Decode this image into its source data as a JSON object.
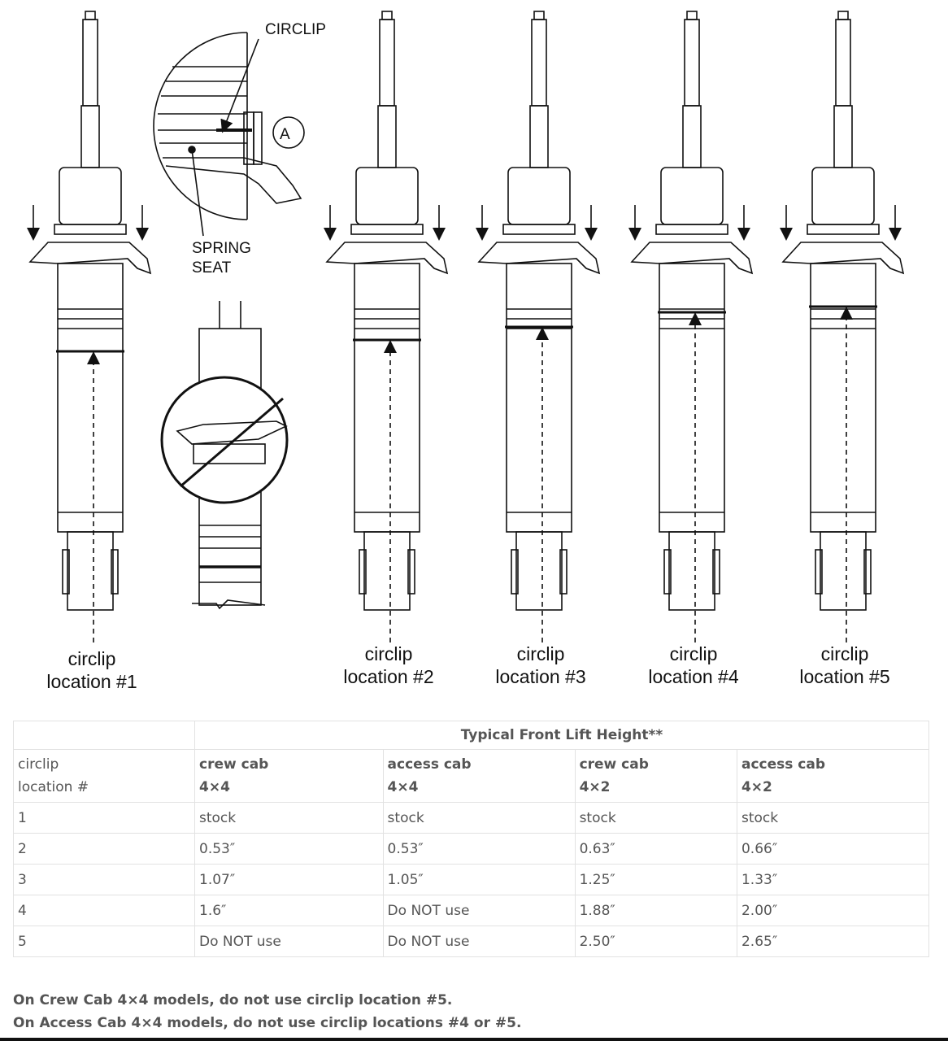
{
  "figure": {
    "callouts": {
      "circlip": "CIRCLIP",
      "spring_line1": "SPRING",
      "spring_line2": "SEAT",
      "detail": "A"
    },
    "shocks": [
      {
        "line1": "circlip",
        "line2": "location #1"
      },
      {
        "line1": "circlip",
        "line2": "location #2"
      },
      {
        "line1": "circlip",
        "line2": "location #3"
      },
      {
        "line1": "circlip",
        "line2": "location #4"
      },
      {
        "line1": "circlip",
        "line2": "location #5"
      }
    ]
  },
  "table": {
    "span_header": "Typical Front Lift Height**",
    "row_label_header": {
      "line1": "circlip",
      "line2": "location #"
    },
    "columns": [
      {
        "line1": "crew cab",
        "line2": "4×4"
      },
      {
        "line1": "access cab",
        "line2": "4×4"
      },
      {
        "line1": "crew cab",
        "line2": "4×2"
      },
      {
        "line1": "access cab",
        "line2": "4×2"
      }
    ],
    "rows": [
      [
        "1",
        "stock",
        "stock",
        "stock",
        "stock"
      ],
      [
        "2",
        "0.53″",
        "0.53″",
        "0.63″",
        "0.66″"
      ],
      [
        "3",
        "1.07″",
        "1.05″",
        "1.25″",
        "1.33″"
      ],
      [
        "4",
        "1.6″",
        "Do NOT use",
        "1.88″",
        "2.00″"
      ],
      [
        "5",
        "Do NOT use",
        "Do NOT use",
        "2.50″",
        "2.65″"
      ]
    ]
  },
  "notes": [
    "On Crew Cab 4×4 models, do not use circlip location #5.",
    "On Access Cab 4×4 models, do not use circlip locations #4 or #5."
  ]
}
